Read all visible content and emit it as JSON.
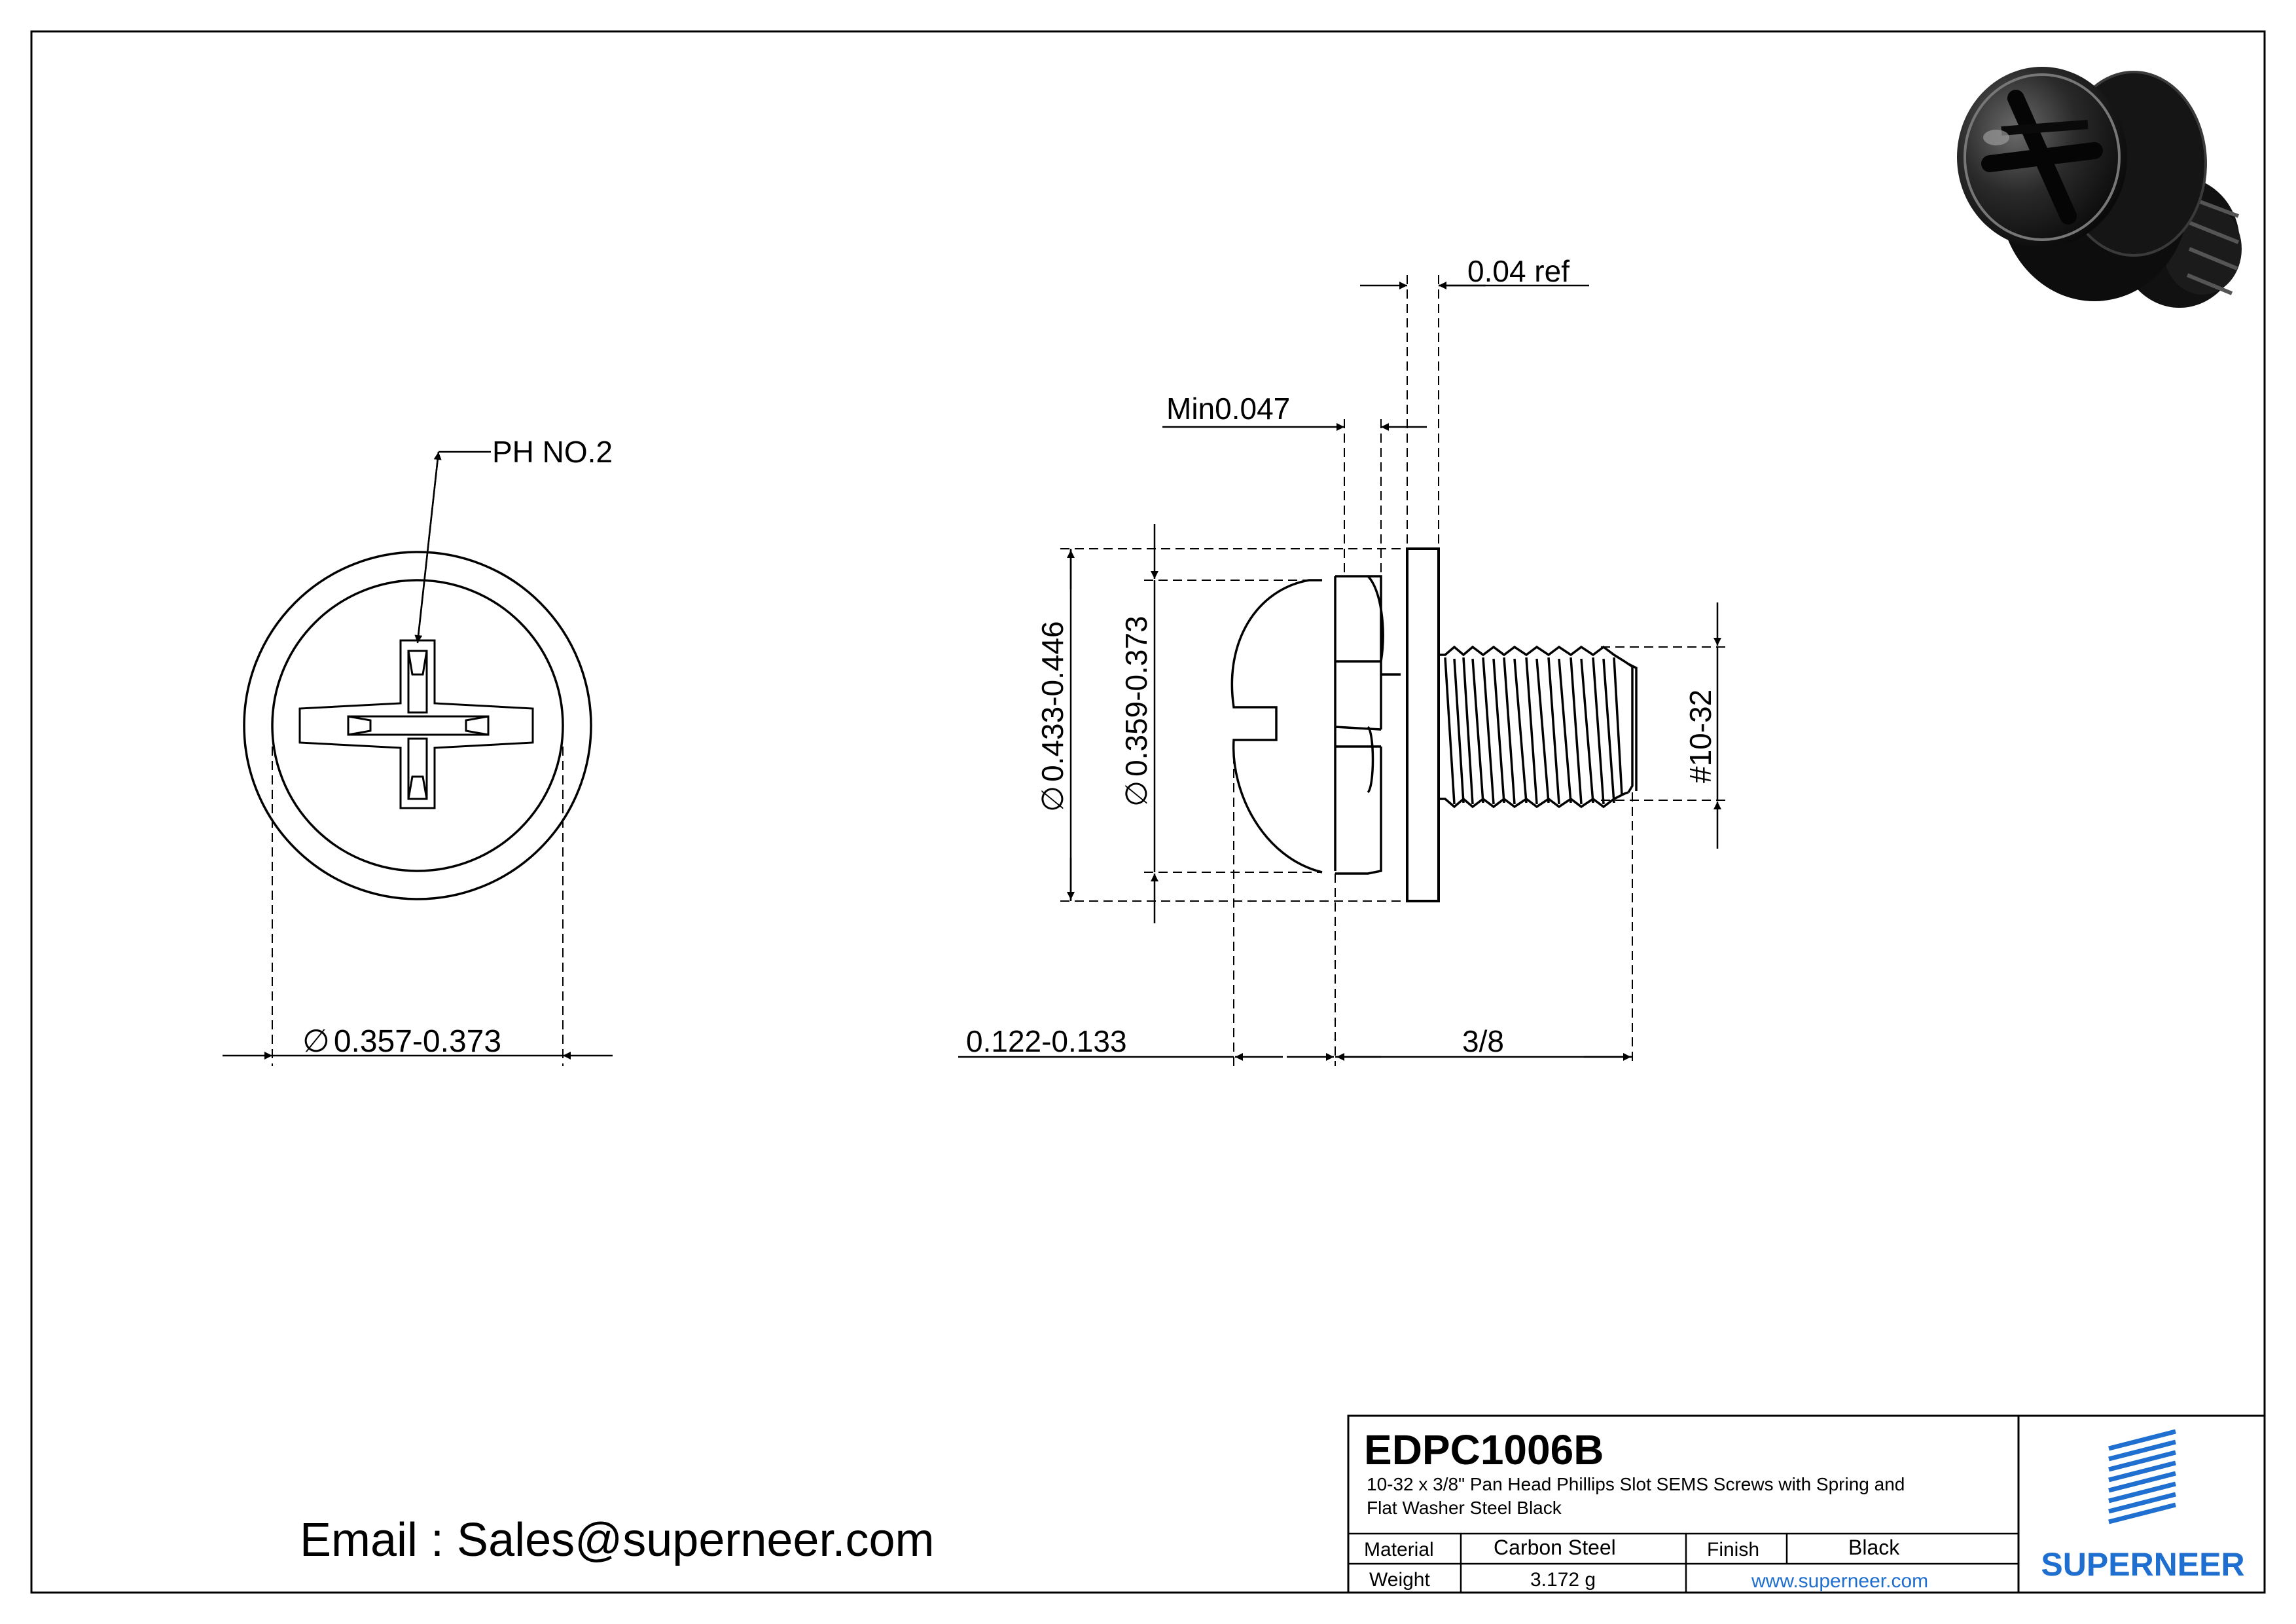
{
  "drawing": {
    "front_view": {
      "callout": "PH NO.2",
      "diameter_symbol": "∅",
      "diameter": "0.357-0.373"
    },
    "side_view": {
      "washer_ref": "0.04 ref",
      "spring_washer_min": "Min0.047",
      "flat_washer_diameter": "0.433-0.446",
      "head_diameter": "0.359-0.373",
      "diameter_symbol": "∅",
      "thread": "#10-32",
      "head_height": "0.122-0.133",
      "length": "3/8"
    }
  },
  "contact": {
    "email": "Email : Sales@superneer.com"
  },
  "title_block": {
    "part_number": "EDPC1006B",
    "description_line1": "10-32 x 3/8\" Pan Head Phillips Slot SEMS Screws with Spring and",
    "description_line2": "Flat Washer Steel Black",
    "material_label": "Material",
    "material_value": "Carbon Steel",
    "finish_label": "Finish",
    "finish_value": "Black",
    "weight_label": "Weight",
    "weight_value": "3.172 g",
    "website": "www.superneer.com",
    "brand": "SUPERNEER",
    "brand_color": "#1e6fd0"
  }
}
